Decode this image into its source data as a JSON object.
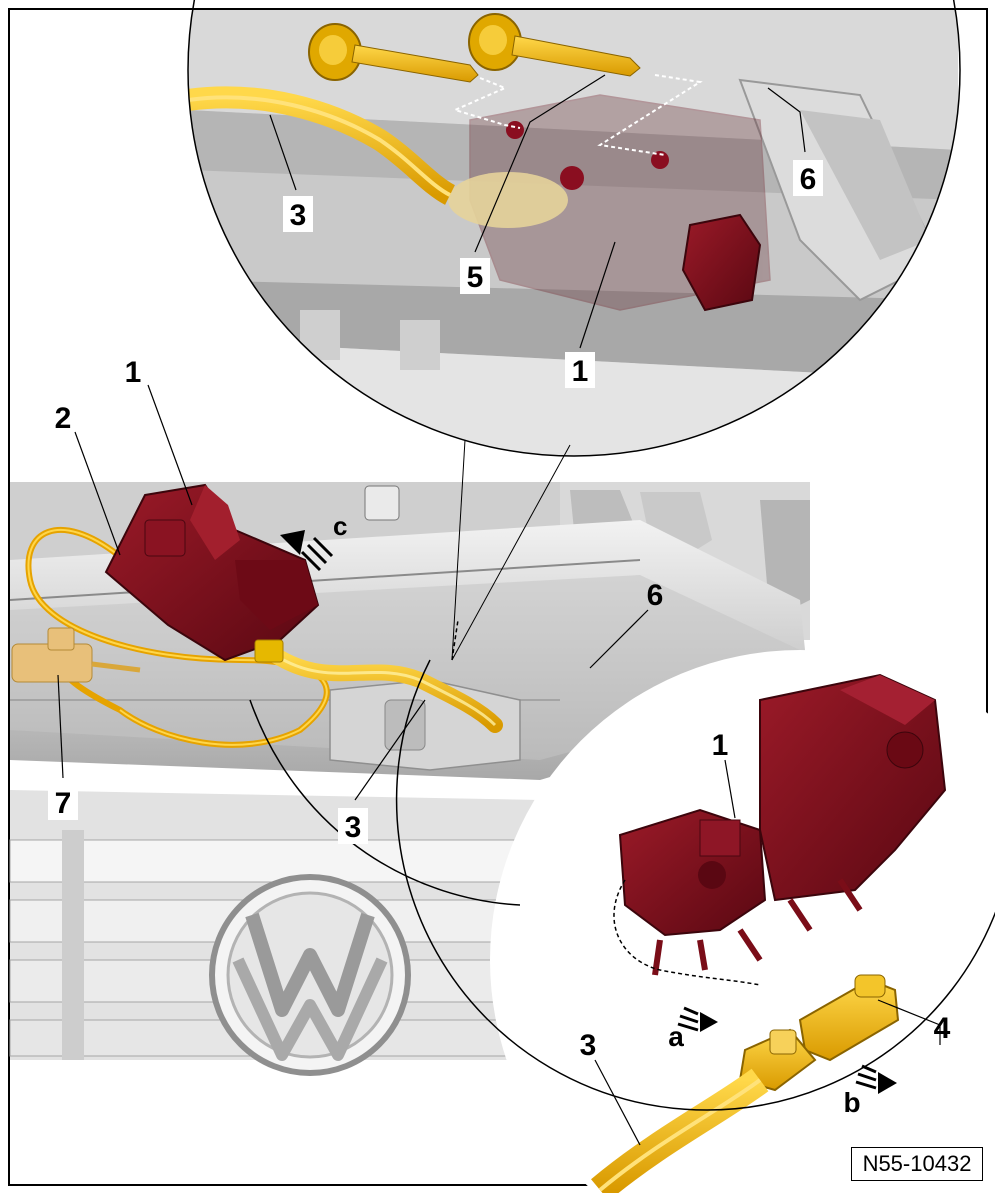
{
  "figure": {
    "reference_code": "N55-10432",
    "callouts": {
      "c1_top": "1",
      "c1_main": "1",
      "c1_inset": "1",
      "c2": "2",
      "c3_top": "3",
      "c3_main": "3",
      "c3_inset": "3",
      "c4": "4",
      "c5": "5",
      "c6_top": "6",
      "c6_main": "6",
      "c7": "7"
    },
    "arrows": {
      "a": "a",
      "b": "b",
      "c": "c"
    }
  },
  "colors": {
    "frame": "#000000",
    "panel_grey": "#d6d6d6",
    "panel_light": "#ececec",
    "panel_dark": "#9a9a9a",
    "actuator_red": "#7a0d18",
    "actuator_dark": "#4a0710",
    "cable_yellow": "#f0b000",
    "cable_light": "#f7d44a",
    "connector_beige": "#e6c27a"
  }
}
